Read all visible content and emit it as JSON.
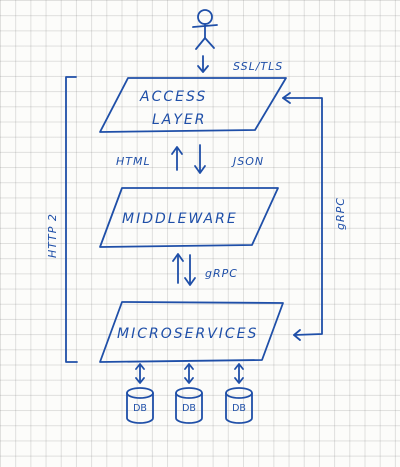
{
  "diagram": {
    "access_layer": {
      "line1": "ACCESS",
      "line2": "LAYER"
    },
    "ssl_label": "SSL/TLS",
    "html_label": "HTML",
    "json_label": "JSON",
    "middleware_label": "MIDDLEWARE",
    "grpc_mid_label": "gRPC",
    "microservices_label": "MICROSERVICES",
    "grpc_side_label": "gRPC",
    "http2_label": "HTTP 2",
    "databases": [
      "DB",
      "DB",
      "DB"
    ],
    "ink_color": "#1f4fa8"
  }
}
